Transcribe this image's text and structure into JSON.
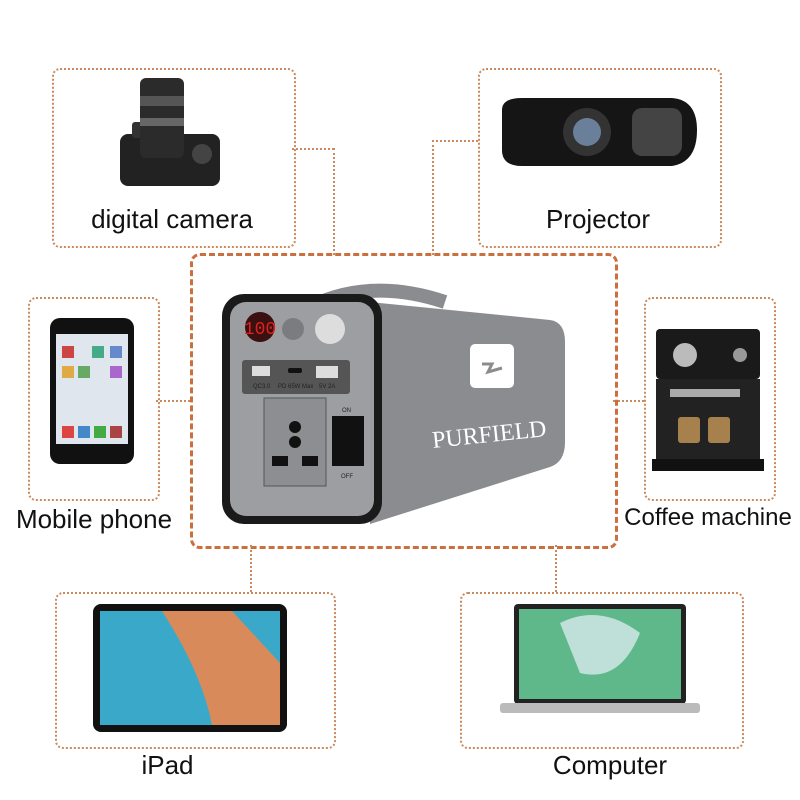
{
  "devices": {
    "camera": "digital camera",
    "projector": "Projector",
    "phone": "Mobile phone",
    "coffee": "Coffee machine",
    "ipad": "iPad",
    "computer": "Computer"
  },
  "product": {
    "brand": "PURFIELD",
    "display": "100",
    "ports": [
      "QC3.0",
      "PD 65W Max",
      "5V 2A"
    ],
    "switch_on": "ON",
    "switch_off": "OFF"
  },
  "colors": {
    "border": "#c98a5e",
    "body": "#8a8c8f",
    "display": "#e02020"
  }
}
